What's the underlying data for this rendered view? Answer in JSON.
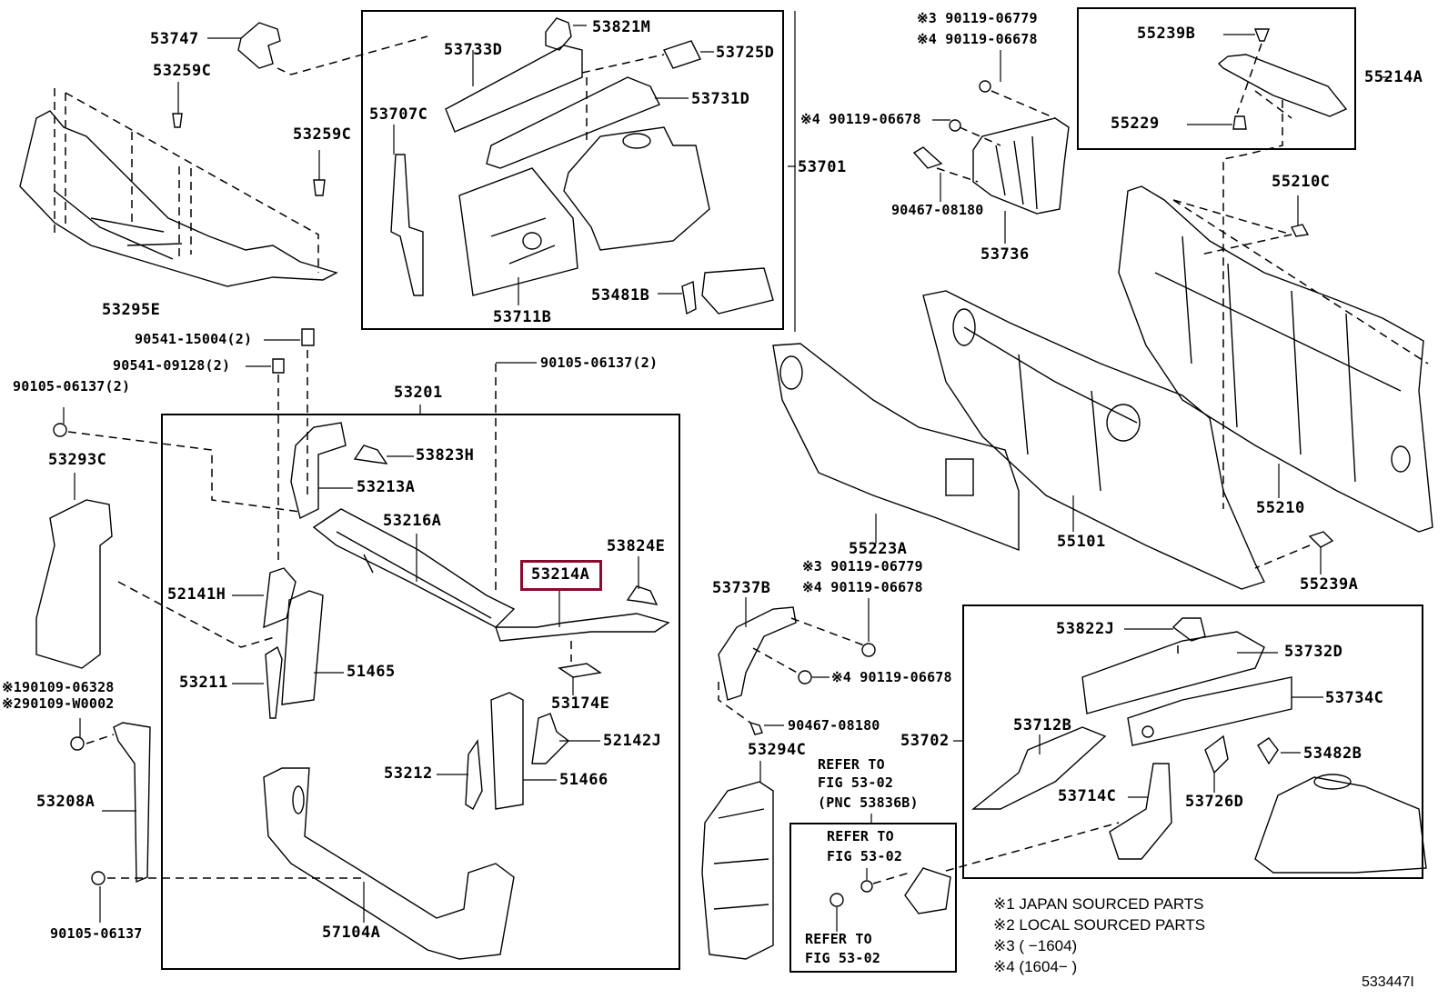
{
  "diagram": {
    "figure_id": "533447I",
    "highlighted_part": "53214A",
    "groups": {
      "g53701": {
        "label": "53701"
      },
      "g53201": {
        "label": "53201"
      },
      "g53702": {
        "label": "53702"
      },
      "g55214A": {
        "label": "55214A"
      }
    },
    "labels": {
      "p53747": "53747",
      "p53259C_1": "53259C",
      "p53259C_2": "53259C",
      "p53295E": "53295E",
      "p53821M": "53821M",
      "p53733D": "53733D",
      "p53725D": "53725D",
      "p53731D": "53731D",
      "p53707C": "53707C",
      "p53711B": "53711B",
      "p53481B": "53481B",
      "p90119_06779_a": "※3 90119-06779",
      "p90119_06678_a": "※4 90119-06678",
      "p90119_06678_b": "※4 90119-06678",
      "p90467_08180_a": "90467-08180",
      "p53736": "53736",
      "p55239B": "55239B",
      "p55229": "55229",
      "p55210C": "55210C",
      "p55210": "55210",
      "p55101": "55101",
      "p55223A": "55223A",
      "p55239A": "55239A",
      "p90541_15004": "90541-15004(2)",
      "p90541_09128": "90541-09128(2)",
      "p90105_06137_2a": "90105-06137(2)",
      "p90105_06137_2b": "90105-06137(2)",
      "p53293C": "53293C",
      "p90109_06328": "※190109-06328",
      "p90109_W0002": "※290109-W0002",
      "p53208A": "53208A",
      "p90105_06137": "90105-06137",
      "p53823H": "53823H",
      "p53213A": "53213A",
      "p53216A": "53216A",
      "p53824E": "53824E",
      "p53214A": "53214A",
      "p52141H": "52141H",
      "p53211": "53211",
      "p51465": "51465",
      "p53174E": "53174E",
      "p52142J": "52142J",
      "p53212": "53212",
      "p51466": "51466",
      "p57104A": "57104A",
      "p53737B": "53737B",
      "p90119_06779_b": "※3 90119-06779",
      "p90119_06678_c": "※4 90119-06678",
      "p90119_06678_d": "※4 90119-06678",
      "p90467_08180_b": "90467-08180",
      "p53294C": "53294C",
      "p53822J": "53822J",
      "p53732D": "53732D",
      "p53712B": "53712B",
      "p53734C": "53734C",
      "p53482B": "53482B",
      "p53714C": "53714C",
      "p53726D": "53726D"
    },
    "refer": {
      "r1_line1": "REFER TO",
      "r1_line2": "FIG 53-02",
      "r1_line3": "(PNC 53836B)",
      "r2_line1": "REFER TO",
      "r2_line2": "FIG 53-02",
      "r3_line1": "REFER TO",
      "r3_line2": "FIG 53-02"
    },
    "notes": [
      "※1  JAPAN SOURCED PARTS",
      "※2  LOCAL SOURCED PARTS",
      "※3 (      −1604)",
      "※4 (1604−      )"
    ],
    "highlight_color": "#8b0a2e"
  }
}
